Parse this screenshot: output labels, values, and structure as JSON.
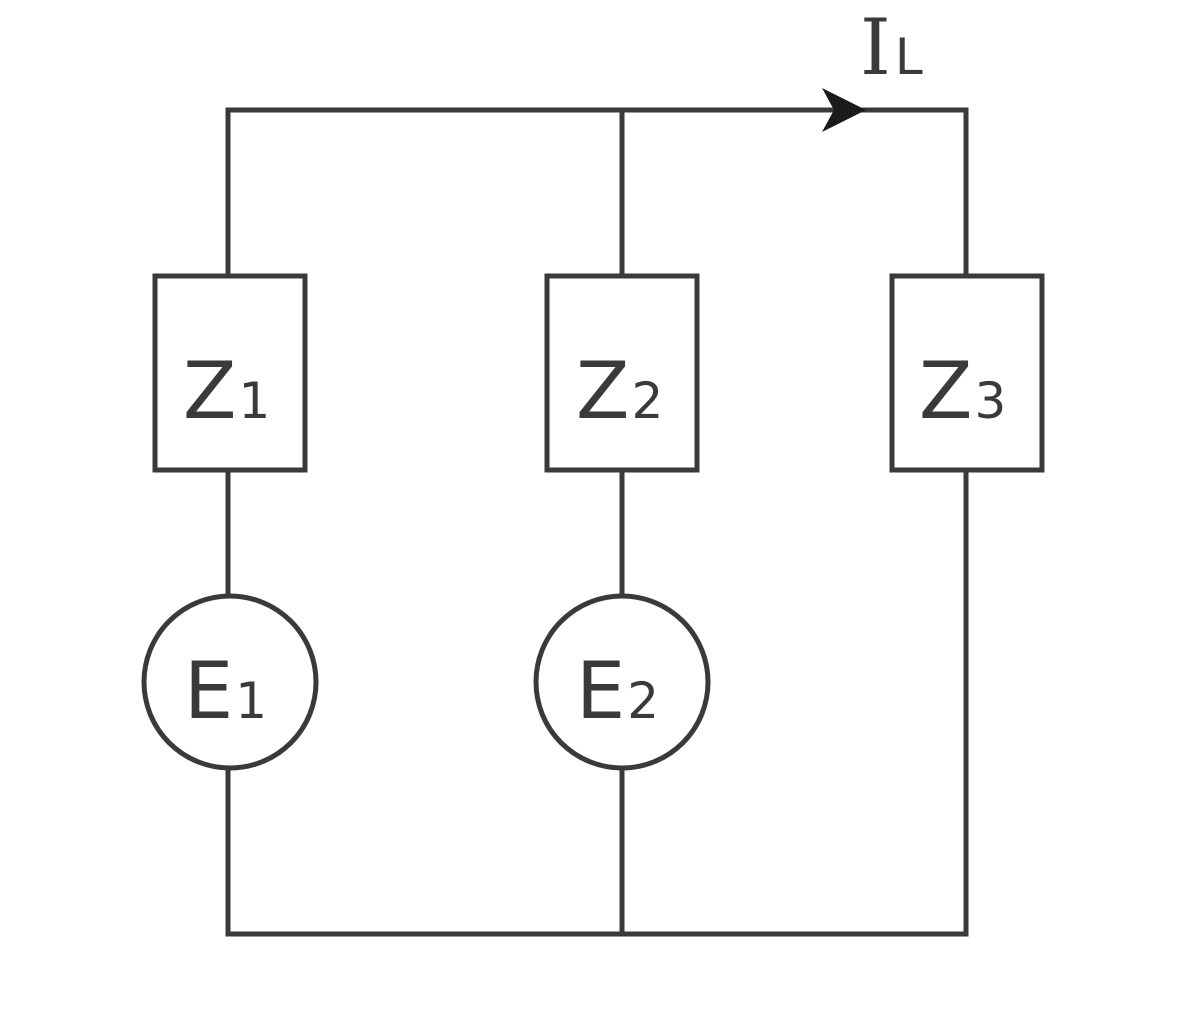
{
  "diagram": {
    "current_label": {
      "main": "I",
      "sub": "L"
    },
    "impedances": [
      {
        "main": "Z",
        "sub": "1"
      },
      {
        "main": "Z",
        "sub": "2"
      },
      {
        "main": "Z",
        "sub": "3"
      }
    ],
    "sources": [
      {
        "main": "E",
        "sub": "1"
      },
      {
        "main": "E",
        "sub": "2"
      }
    ],
    "line_color": "#3a3a3a"
  }
}
